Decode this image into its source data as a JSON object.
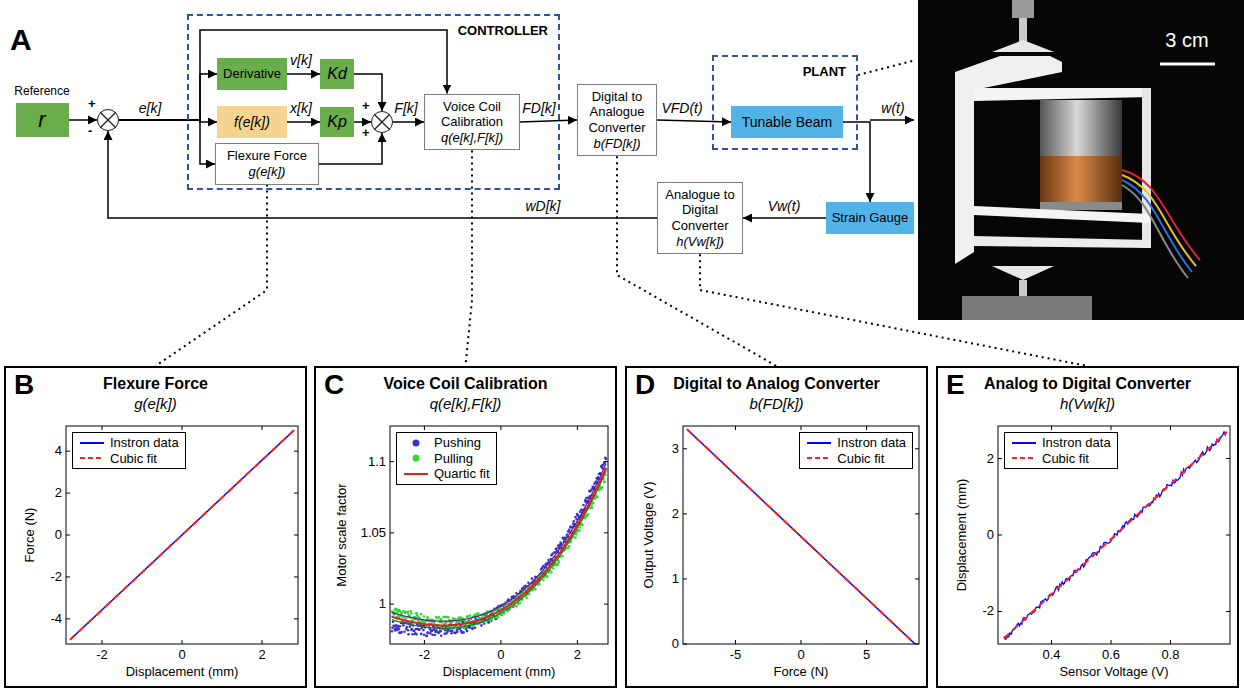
{
  "diagram": {
    "nodes": [
      {
        "text": [
          "Reference",
          "r"
        ]
      },
      {
        "text": [
          "+",
          "-"
        ]
      },
      {
        "text": [
          "CONTROLLER"
        ]
      },
      {
        "text": [
          "Derivative"
        ],
        "in": 2
      },
      {
        "text": [
          "Kd"
        ],
        "in": 2
      },
      {
        "text": [
          "f(e[k])"
        ],
        "in": 2
      },
      {
        "text": [
          "Kp"
        ],
        "in": 2
      },
      {
        "text": [
          "+",
          "+"
        ],
        "in": 2
      },
      {
        "text": [
          "Flexure Force",
          "g(e[k])"
        ],
        "in": 2
      },
      {
        "text": [
          "Voice Coil Calibration",
          "q(e[k],F[k])"
        ],
        "in": 2
      },
      {
        "text": [
          "Digital to Analogue Converter",
          "b(FD[k])"
        ]
      },
      {
        "text": [
          "PLANT"
        ]
      },
      {
        "text": [
          "Tunable Beam"
        ],
        "in": 11
      },
      {
        "text": [
          "Strain Gauge"
        ]
      },
      {
        "text": [
          "Analogue to Digital Converter",
          "h(Vw[k])"
        ]
      },
      {
        "text": [
          "B",
          "Flexure Force",
          "g(e[k])"
        ]
      },
      {
        "text": [
          "C",
          "Voice Coil Calibration",
          "q(e[k],F[k])"
        ]
      },
      {
        "text": [
          "D",
          "Digital to Analog Converter",
          "b(FD[k])"
        ]
      },
      {
        "text": [
          "E",
          "Analog to Digital Converter",
          "h(Vw[k])"
        ]
      }
    ],
    "edges": [
      {
        "from": 0,
        "to": 1,
        "arrow": "to"
      },
      {
        "from": 1,
        "to": 3,
        "label": "e[k]",
        "arrow": "to"
      },
      {
        "from": 1,
        "to": 5,
        "arrow": "to"
      },
      {
        "from": 1,
        "to": 8,
        "arrow": "to"
      },
      {
        "from": 1,
        "to": 9,
        "arrow": "to"
      },
      {
        "from": 3,
        "to": 4,
        "label": "v[k]",
        "arrow": "to"
      },
      {
        "from": 5,
        "to": 6,
        "label": "x[k]",
        "arrow": "to"
      },
      {
        "from": 4,
        "to": 7,
        "arrow": "to"
      },
      {
        "from": 6,
        "to": 7,
        "arrow": "to"
      },
      {
        "from": 8,
        "to": 7,
        "arrow": "to"
      },
      {
        "from": 7,
        "to": 9,
        "label": "F[k]",
        "arrow": "to"
      },
      {
        "from": 9,
        "to": 10,
        "label": "FD[k]",
        "arrow": "to"
      },
      {
        "from": 10,
        "to": 12,
        "label": "VFD(t)",
        "arrow": "to"
      },
      {
        "from": 12,
        "to": 13,
        "label": "w(t)",
        "arrow": "to"
      },
      {
        "from": 13,
        "to": 14,
        "label": "Vw(t)",
        "arrow": "to"
      },
      {
        "from": 14,
        "to": 1,
        "label": "wD[k]",
        "arrow": "to"
      },
      {
        "from": 8,
        "to": 15,
        "arrow": "none"
      },
      {
        "from": 9,
        "to": 16,
        "arrow": "none"
      },
      {
        "from": 10,
        "to": 17,
        "arrow": "none"
      },
      {
        "from": 14,
        "to": 18,
        "arrow": "none"
      }
    ],
    "labels": [
      "A",
      "3 cm",
      "4",
      "2",
      "0",
      "-2",
      "-4",
      "-2",
      "0",
      "2",
      "Force (N)",
      "Displacement (mm)",
      "1.1",
      "1.05",
      "1",
      "-2",
      "0",
      "2",
      "Motor scale factor",
      "Displacement (mm)",
      "3",
      "2",
      "1",
      "0",
      "-5",
      "0",
      "5",
      "Output Voltage (V)",
      "Force (N)",
      "2",
      "0",
      "-2",
      "0.4",
      "0.6",
      "0.8",
      "Displacement (mm)",
      "Sensor Voltage (V)"
    ],
    "legend": [
      {
        "text": "Instron data"
      },
      {
        "text": "Cubic fit"
      },
      {
        "text": "Pushing"
      },
      {
        "text": "Pulling"
      },
      {
        "text": "Quartic fit"
      },
      {
        "text": "Instron data"
      },
      {
        "text": "Cubic fit"
      },
      {
        "text": "Instron data"
      },
      {
        "text": "Cubic fit"
      }
    ]
  }
}
